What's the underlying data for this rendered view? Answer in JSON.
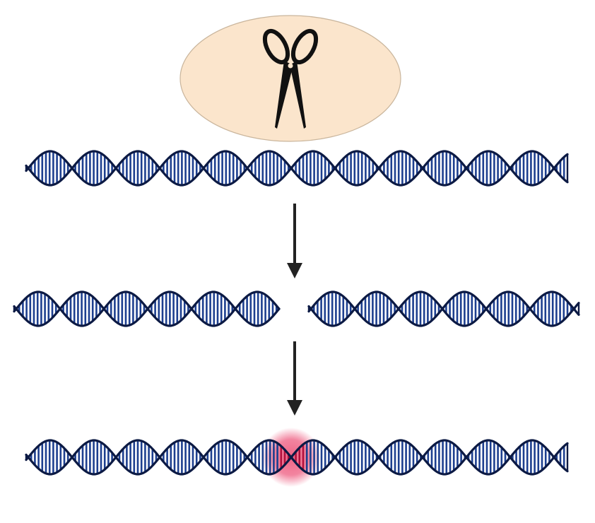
{
  "colors": {
    "background": "#ffffff",
    "enzyme_fill": "#fbe5cc",
    "enzyme_stroke": "#c9b59c",
    "scissors": "#111111",
    "dna_backbone": "#0c1a44",
    "dna_rung": "#1d3f8f",
    "dna_rung_light": "#d6dff0",
    "arrow": "#222222",
    "repair_glow": "#ee5c80",
    "repair_rung": "#b0103c"
  },
  "icons": {
    "enzyme": "scissors-icon",
    "step_arrow": "down-arrow-icon"
  },
  "stages": [
    {
      "name": "intact-dna"
    },
    {
      "name": "double-strand-break"
    },
    {
      "name": "repaired-dna"
    }
  ]
}
